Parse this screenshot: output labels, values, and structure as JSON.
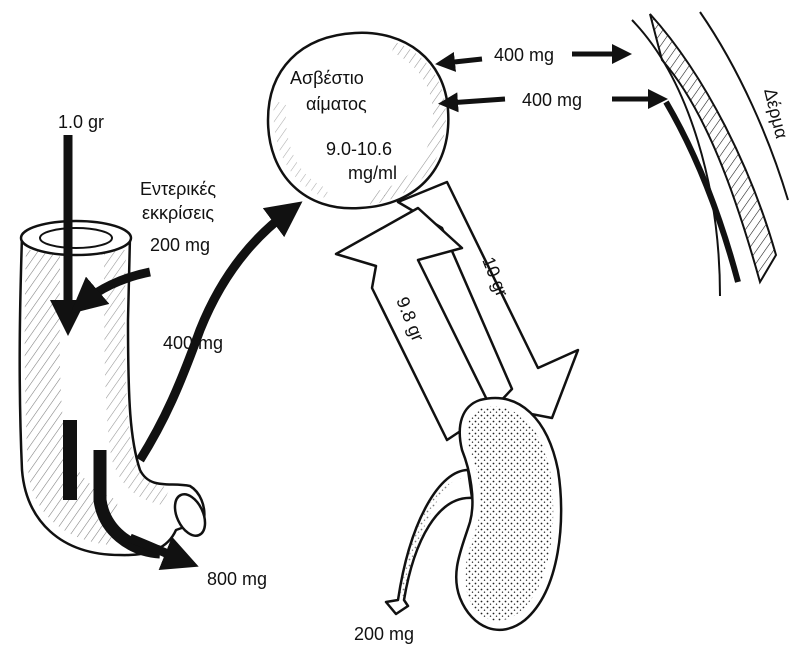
{
  "labels": {
    "intake": "1.0 gr",
    "intestinal_secretions_line1": "Εντερικές",
    "intestinal_secretions_line2": "εκκρίσεις",
    "intestinal_secretions_value": "200 mg",
    "absorption": "400 mg",
    "fecal_excretion": "800 mg",
    "blood_calcium_line1": "Ασβέστιο",
    "blood_calcium_line2": "αίματος",
    "blood_calcium_value": "9.0-10.6",
    "blood_calcium_unit": "mg/ml",
    "skin_exchange_out": "400 mg",
    "skin_exchange_in": "400 mg",
    "skin": "Δέρμα",
    "renal_filtration": "10 gr",
    "renal_reabsorption": "9.8 gr",
    "urinary_excretion": "200 mg"
  },
  "colors": {
    "ink": "#111111",
    "paper": "#ffffff"
  }
}
